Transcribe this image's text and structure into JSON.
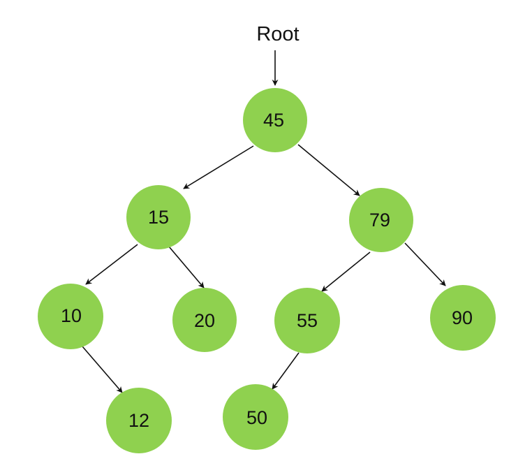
{
  "diagram": {
    "root_label": "Root",
    "node_color": "#8fd14f",
    "edge_color": "#111111",
    "nodes": {
      "n45": "45",
      "n15": "15",
      "n79": "79",
      "n10": "10",
      "n20": "20",
      "n55": "55",
      "n90": "90",
      "n12": "12",
      "n50": "50"
    }
  }
}
